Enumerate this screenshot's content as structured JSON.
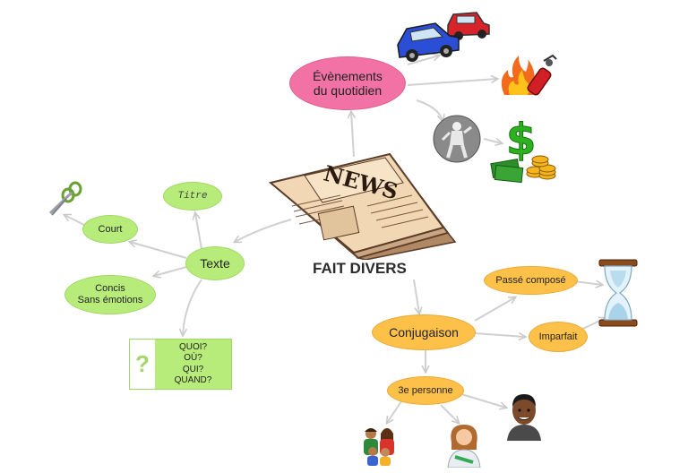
{
  "title": "FAIT DIVERS",
  "nodes": {
    "evenements": "Évènements\ndu quotidien",
    "texte": "Texte",
    "titre": "Titre",
    "court": "Court",
    "concis": "Concis\nSans émotions",
    "conjugaison": "Conjugaison",
    "passe_compose": "Passé composé",
    "imparfait": "Imparfait",
    "troisieme_personne": "3e personne"
  },
  "questions": {
    "mark": "?",
    "items": [
      "QUOI?",
      "OÙ?",
      "QUI?",
      "QUAND?"
    ]
  },
  "newspaper_headline": "NEWS",
  "colors": {
    "pink": "#f272a6",
    "green": "#b8ec7a",
    "orange": "#fdc149",
    "connector": "#cfcfcf"
  },
  "icons": [
    "newspaper-icon",
    "cars-icon",
    "fire-extinguisher-icon",
    "thief-icon",
    "money-icon",
    "scissors-icon",
    "hourglass-icon",
    "family-icon",
    "woman-icon",
    "man-icon"
  ]
}
